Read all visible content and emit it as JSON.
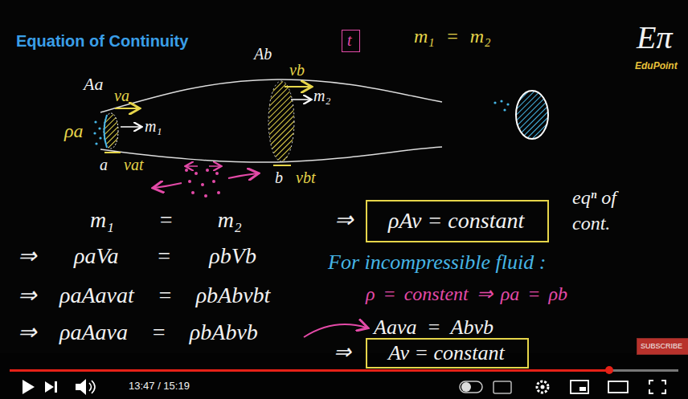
{
  "diagram": {
    "title": "Equation of Continuity",
    "nodes": [
      {
        "text": [
          "t"
        ]
      },
      {
        "text": [
          "ρAv = constant"
        ]
      },
      {
        "text": [
          "SUBSCRIBE"
        ]
      },
      {
        "text": [
          "Av = constant"
        ]
      }
    ],
    "labels": [
      "m₁ = m₂",
      "Aa",
      "va",
      "ρa",
      "m₁",
      "a",
      "vat",
      "Ab",
      "vb",
      "m₂",
      "b",
      "vbt",
      "m₁ = m₂",
      "⇒ ρaVa = ρbVb",
      "⇒ ρaAavat = ρbAbvbt",
      "⇒ ρaAava = ρbAbvb",
      "⇒",
      "eqⁿ of cont.",
      "For incompressible fluid :",
      "ρ = constent ⇒ ρa = ρb",
      "Aava = Abvb",
      "⇒",
      "Eπ",
      "EduPoint",
      "13:47 / 15:19"
    ]
  }
}
